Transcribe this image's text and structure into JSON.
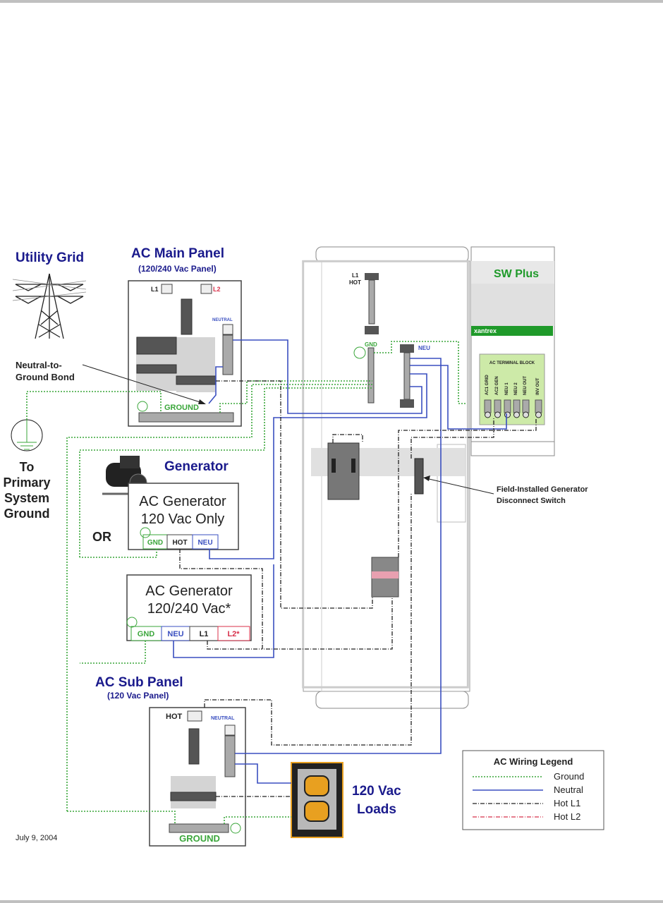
{
  "labels": {
    "utility_grid": "Utility Grid",
    "main_panel_title": "AC Main Panel",
    "main_panel_sub": "(120/240 Vac Panel)",
    "main_l1": "L1",
    "main_l2": "L2",
    "main_neutral": "NEUTRAL",
    "main_ground": "GROUND",
    "bond_line1": "Neutral-to-",
    "bond_line2": "Ground Bond",
    "ground_to": "To",
    "ground_primary": "Primary",
    "ground_system": "System",
    "ground_ground": "Ground",
    "generator_title": "Generator",
    "gen1_line1": "AC Generator",
    "gen1_line2": "120 Vac Only",
    "gen1_gnd": "GND",
    "gen1_hot": "HOT",
    "gen1_neu": "NEU",
    "or": "OR",
    "gen2_line1": "AC Generator",
    "gen2_line2": "120/240 Vac*",
    "gen2_gnd": "GND",
    "gen2_neu": "NEU",
    "gen2_l1": "L1",
    "gen2_l2": "L2*",
    "sub_panel_title": "AC Sub Panel",
    "sub_panel_sub": "(120 Vac Panel)",
    "sub_hot": "HOT",
    "sub_neutral": "NEUTRAL",
    "sub_ground": "GROUND",
    "loads_line1": "120 Vac",
    "loads_line2": "Loads",
    "l1_hot_1": "L1",
    "l1_hot_2": "HOT",
    "box_gnd": "GND",
    "box_neu": "NEU",
    "sw_plus": "SW Plus",
    "xantrex": "xantrex",
    "terminal_block_title": "AC TERMINAL BLOCK",
    "terminals": [
      "AC1 GRID",
      "AC2 GEN",
      "NEU 1",
      "NEU 2",
      "NEU OUT",
      "INV OUT"
    ],
    "disconnect_line1": "Field-Installed Generator",
    "disconnect_line2": "Disconnect Switch",
    "date": "July 9, 2004"
  },
  "legend": {
    "title": "AC Wiring Legend",
    "items": [
      {
        "label": "Ground",
        "color": "#3aa63a",
        "style": "dotted"
      },
      {
        "label": "Neutral",
        "color": "#3a4fc0",
        "style": "solid"
      },
      {
        "label": "Hot L1",
        "color": "#222222",
        "style": "dash-dot"
      },
      {
        "label": "Hot L2",
        "color": "#d8304a",
        "style": "dash-dot"
      }
    ]
  },
  "colors": {
    "title_blue": "#1a1a8c",
    "ground_green": "#3aa63a",
    "neutral_blue": "#3a4fc0",
    "hot_black": "#222222",
    "hot_red": "#d8304a",
    "xantrex_green": "#1f9a2a",
    "terminal_block_bg": "#cdeaa8"
  }
}
